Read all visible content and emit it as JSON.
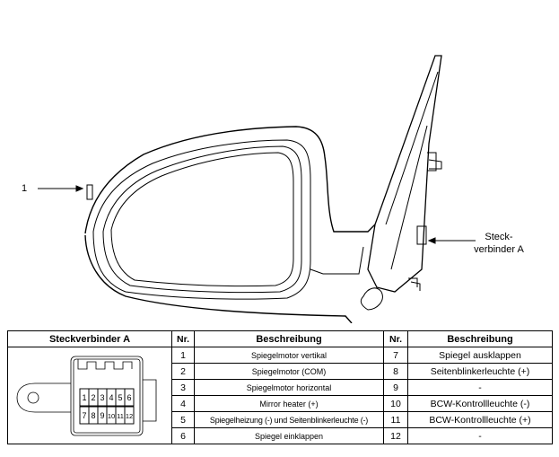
{
  "callouts": {
    "item1": "1",
    "connector": "Steck-\nverbinder A",
    "connector_line1": "Steck-",
    "connector_line2": "verbinder A"
  },
  "table": {
    "headers": [
      "Steckverbinder A",
      "Nr.",
      "Beschreibung",
      "Nr.",
      "Beschreibung"
    ],
    "pins_top": [
      "1",
      "2",
      "3",
      "4",
      "5",
      "6"
    ],
    "pins_bottom": [
      "7",
      "8",
      "9",
      "10",
      "11",
      "12"
    ],
    "rows": [
      {
        "nr1": "1",
        "desc1": "Spiegelmotor vertikal",
        "nr2": "7",
        "desc2": "Spiegel ausklappen"
      },
      {
        "nr1": "2",
        "desc1": "Spiegelmotor (COM)",
        "nr2": "8",
        "desc2": "Seitenblinkerleuchte (+)"
      },
      {
        "nr1": "3",
        "desc1": "Spiegelmotor horizontal",
        "nr2": "9",
        "desc2": "-"
      },
      {
        "nr1": "4",
        "desc1": "Mirror heater (+)",
        "nr2": "10",
        "desc2": "BCW-Kontrollleuchte (-)"
      },
      {
        "nr1": "5",
        "desc1": "Spiegelheizung (-) und Seitenblinkerleuchte (-)",
        "nr2": "11",
        "desc2": "BCW-Kontrollleuchte (+)"
      },
      {
        "nr1": "6",
        "desc1": "Spiegel einklappen",
        "nr2": "12",
        "desc2": "-"
      }
    ]
  }
}
